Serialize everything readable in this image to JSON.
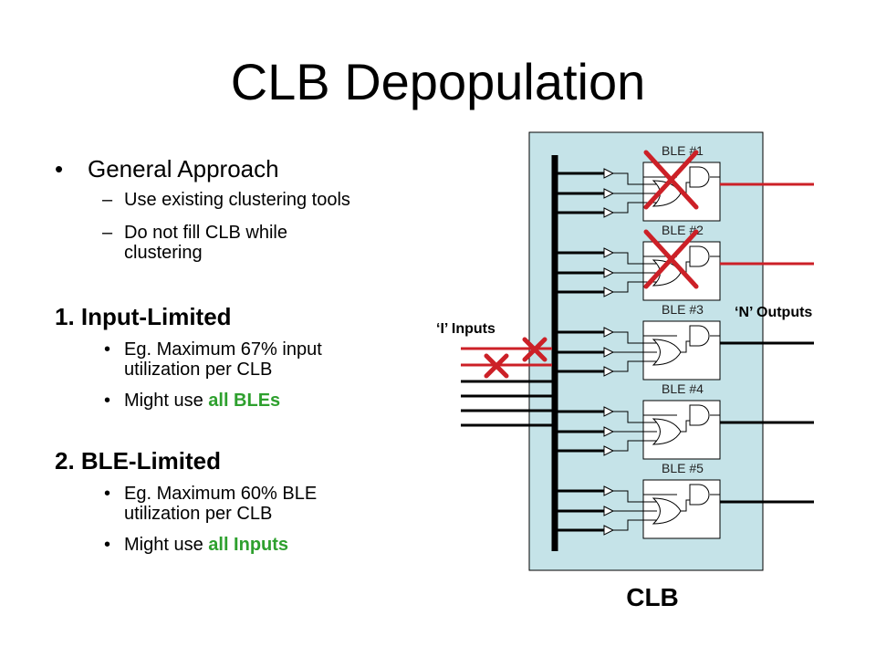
{
  "slide": {
    "title": "CLB Depopulation",
    "bullets": {
      "general": "General Approach",
      "sub1": "Use existing clustering tools",
      "sub2_line1": "Do not fill CLB while",
      "sub2_line2": "clustering",
      "input_limited": "1. Input-Limited",
      "il_line1": "Eg. Maximum 67% input",
      "il_line2": "utilization per CLB",
      "il_might_prefix": "Might use ",
      "il_might_emph": "all BLEs",
      "ble_limited": "2. BLE-Limited",
      "bl_line1": "Eg. Maximum 60% BLE",
      "bl_line2": "utilization per CLB",
      "bl_might_prefix": "Might use ",
      "bl_might_emph": "all Inputs",
      "dot": "•",
      "dash": "–"
    }
  },
  "diagram": {
    "clb_label": "CLB",
    "inputs_label": "‘I’ Inputs",
    "outputs_label": "‘N’ Outputs",
    "bles": [
      {
        "label": "BLE #1",
        "depopulated": true
      },
      {
        "label": "BLE #2",
        "depopulated": true
      },
      {
        "label": "BLE #3",
        "depopulated": false
      },
      {
        "label": "BLE #4",
        "depopulated": false
      },
      {
        "label": "BLE #5",
        "depopulated": false
      }
    ],
    "colors": {
      "clb_fill": "#c5e3e8",
      "removed": "#cc2027",
      "wire": "#000000"
    }
  }
}
